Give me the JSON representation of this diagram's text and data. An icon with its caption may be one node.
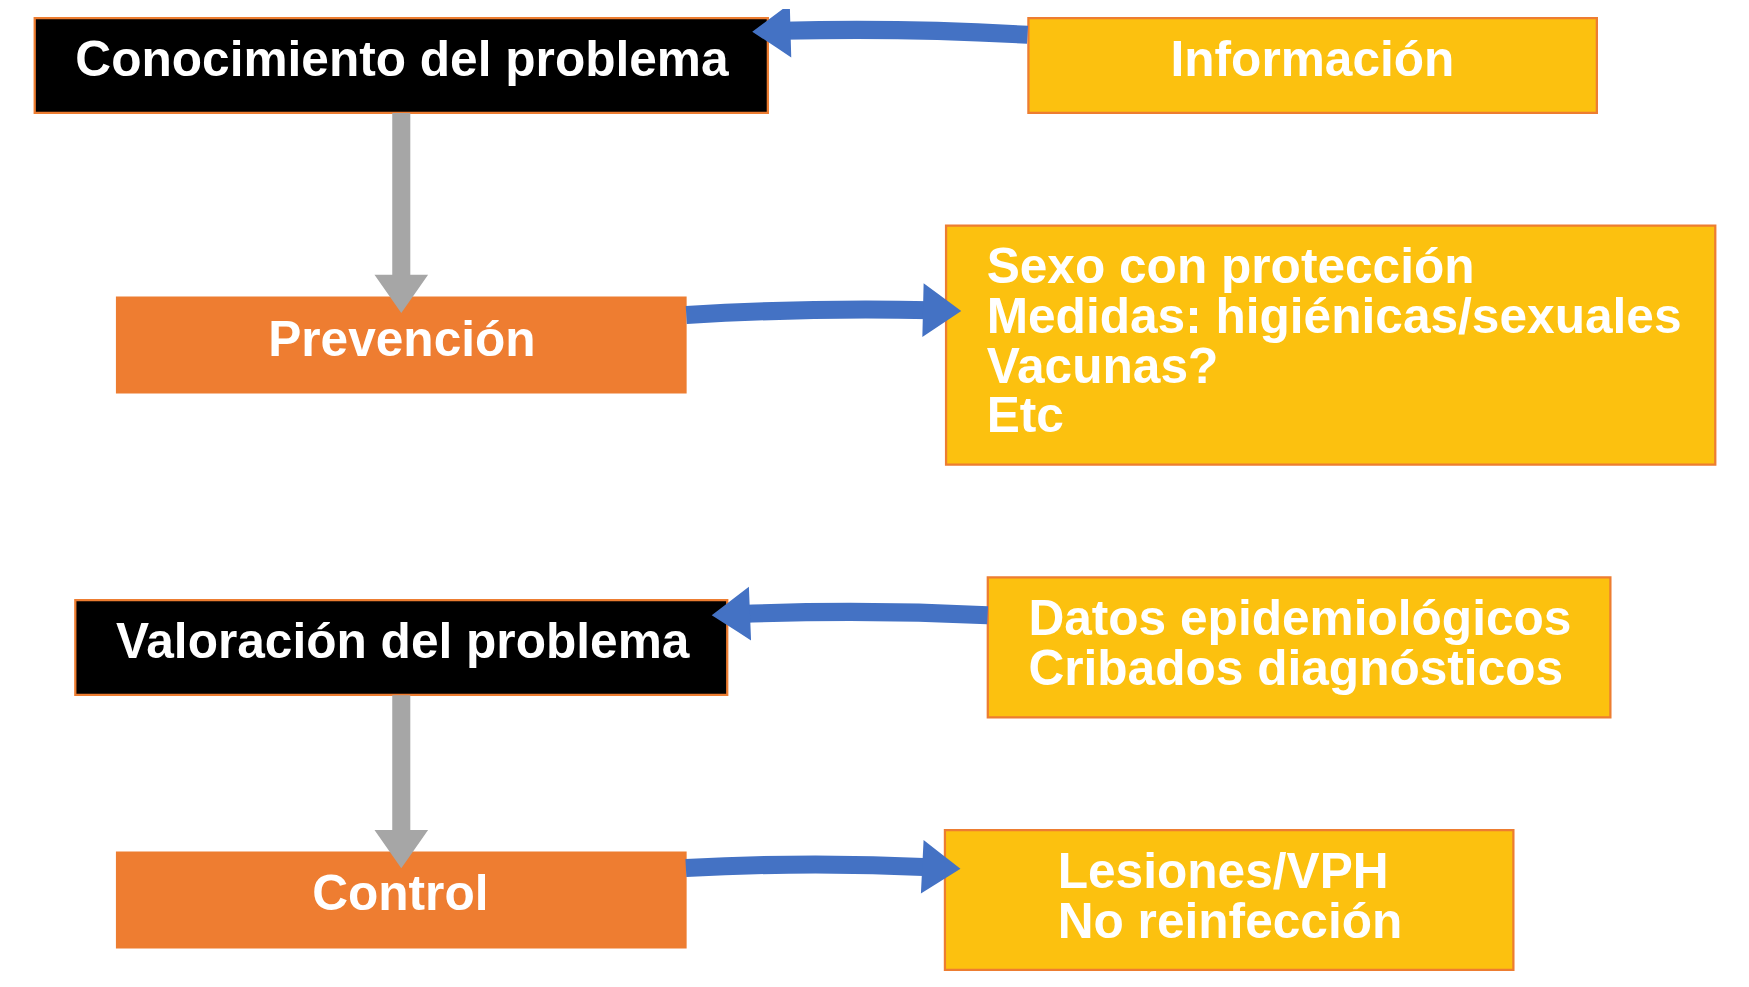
{
  "diagram": {
    "nodes": [
      {
        "text": [
          "Conocimiento del problema"
        ]
      },
      {
        "text": [
          "Información"
        ]
      },
      {
        "text": [
          "Prevención"
        ]
      },
      {
        "text": [
          "Sexo con protección",
          "Medidas: higiénicas/sexuales",
          "Vacunas?",
          "Etc"
        ]
      },
      {
        "text": [
          "Valoración del problema"
        ]
      },
      {
        "text": [
          "Datos epidemiológicos",
          "Cribados diagnósticos"
        ]
      },
      {
        "text": [
          "Control"
        ]
      },
      {
        "text": [
          "Lesiones/VPH",
          "No reinfección"
        ]
      }
    ],
    "edges": [
      {
        "from": 1,
        "to": 0,
        "arrow": "to"
      },
      {
        "from": 0,
        "to": 2,
        "arrow": "to",
        "color": "#a6a6a6"
      },
      {
        "from": 2,
        "to": 3,
        "arrow": "to"
      },
      {
        "from": 5,
        "to": 4,
        "arrow": "to"
      },
      {
        "from": 4,
        "to": 6,
        "arrow": "to",
        "color": "#a6a6a6"
      },
      {
        "from": 6,
        "to": 7,
        "arrow": "to"
      }
    ]
  }
}
